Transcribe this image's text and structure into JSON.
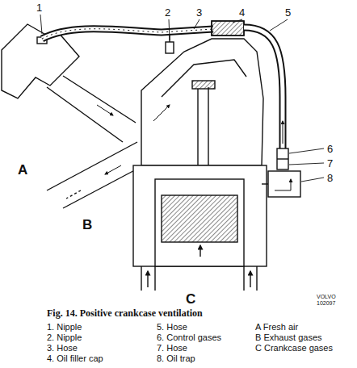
{
  "diagram": {
    "caption": "Fig. 14. Positive crankcase ventilation",
    "labels": [
      "1",
      "2",
      "3",
      "4",
      "5",
      "6",
      "7",
      "8",
      "A",
      "B",
      "C",
      "VOLVO",
      "102097",
      "1. Nipple",
      "2. Nipple",
      "3. Hose",
      "4. Oil filler cap",
      "5. Hose",
      "6. Control gases",
      "7. Hose",
      "8. Oil trap",
      "A Fresh air",
      "B Exhaust gases",
      "C Crankcase gases"
    ]
  }
}
